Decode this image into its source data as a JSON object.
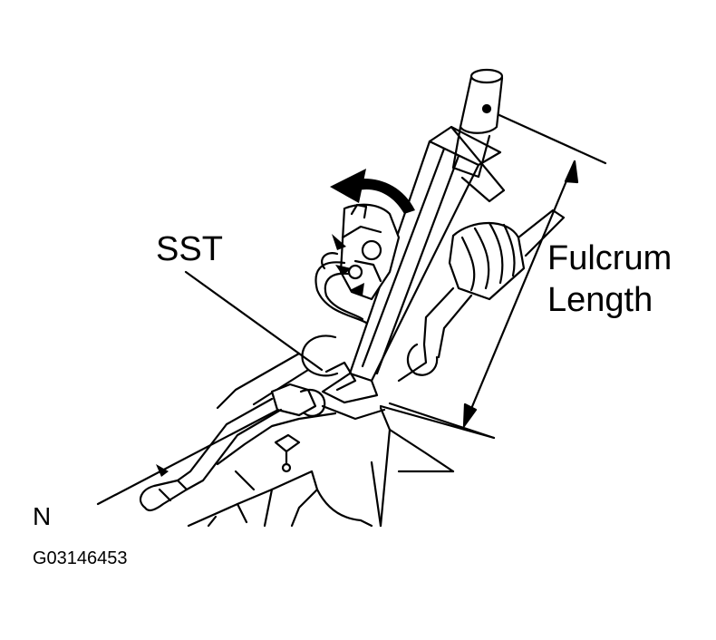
{
  "labels": {
    "sst": "SST",
    "fulcrum_line1": "Fulcrum",
    "fulcrum_line2": "Length",
    "orientation": "N",
    "figure_id": "G03146453"
  },
  "colors": {
    "ink": "#000000",
    "background": "#ffffff"
  },
  "icons": {
    "rotation_arrow": "curved-arrow-icon",
    "pointer_arrows": "arrowhead-icon"
  }
}
